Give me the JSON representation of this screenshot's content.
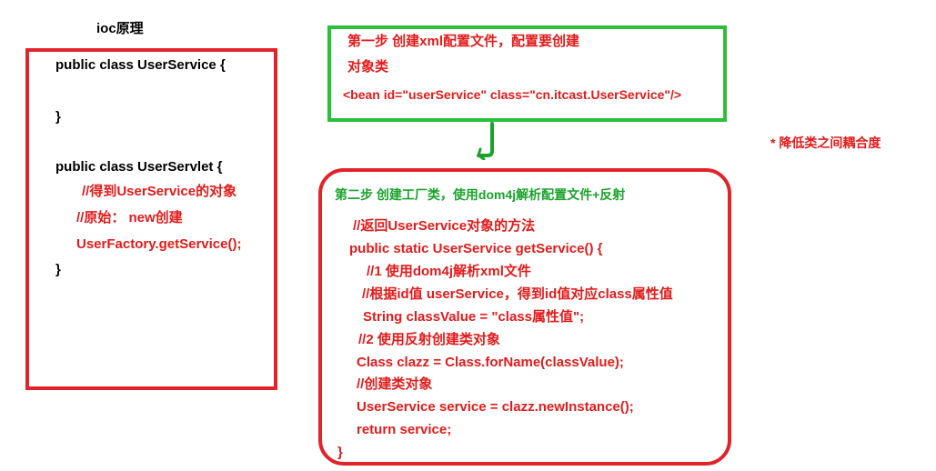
{
  "title": "ioc原理",
  "left_box": {
    "lines": [
      "public class UserService {",
      "}",
      "public class UserServlet {",
      "//得到UserService的对象",
      "//原始： new创建",
      "UserFactory.getService();",
      "}"
    ]
  },
  "step1": {
    "line1": "第一步 创建xml配置文件，配置要创建",
    "line2": "对象类",
    "code": "<bean id=\"userService\"  class=\"cn.itcast.UserService\"/>"
  },
  "note": "* 降低类之间耦合度",
  "step2": {
    "heading": "第二步 创建工厂类，使用dom4j解析配置文件+反射",
    "lines": [
      "//返回UserService对象的方法",
      "public static UserService getService() {",
      "//1 使用dom4j解析xml文件",
      "//根据id值 userService，得到id值对应class属性值",
      "String  classValue = \"class属性值\";",
      "//2 使用反射创建类对象",
      "Class clazz = Class.forName(classValue);",
      "//创建类对象",
      "UserService service = clazz.newInstance();",
      "return service;",
      "}"
    ]
  },
  "colors": {
    "red": "#e21b1b",
    "green_border": "#2cbf3a",
    "green_arrow": "#1aa32c",
    "text": "#000000"
  }
}
